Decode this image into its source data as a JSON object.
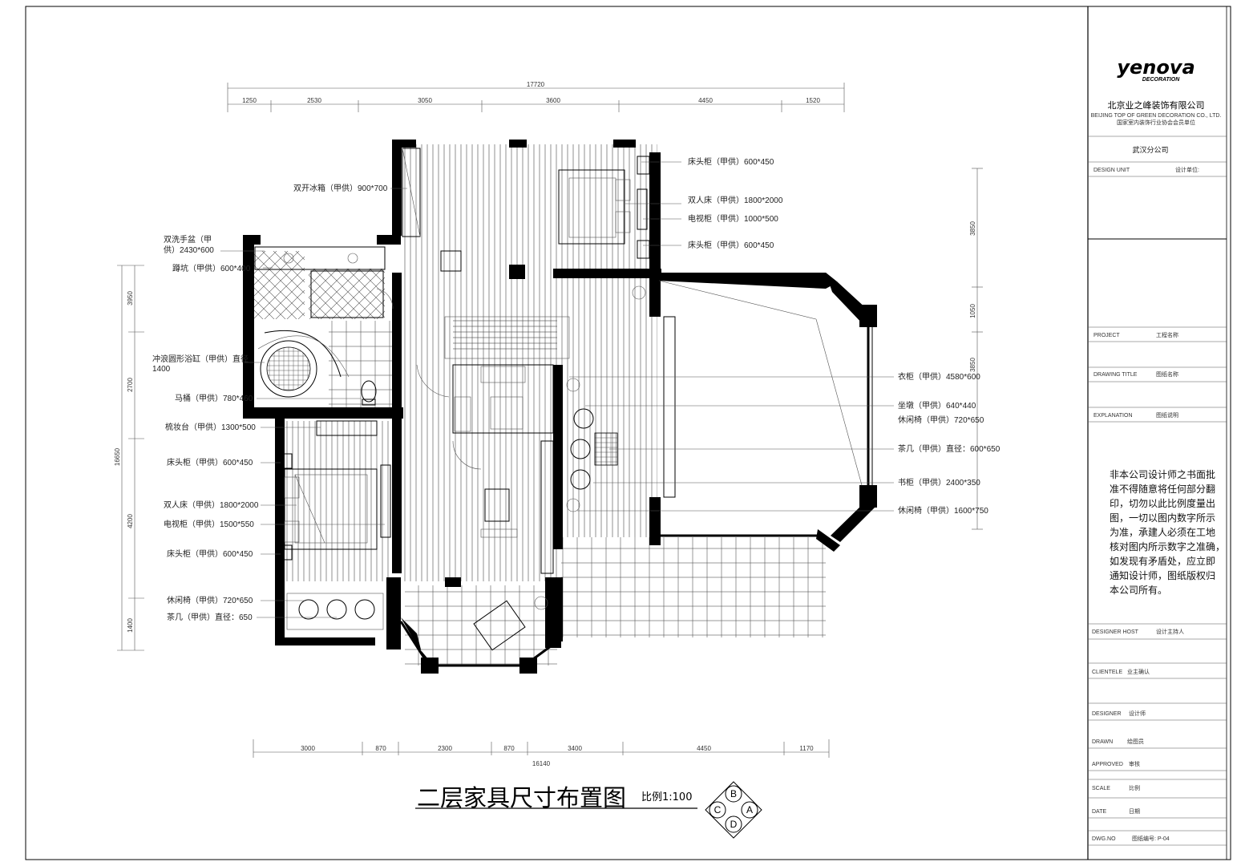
{
  "title_block": {
    "logo_main": "yenova",
    "logo_sub": "DECORATION",
    "company_cn": "北京业之峰装饰有限公司",
    "company_en": "BEIJING TOP OF GREEN DECORATION CO., LTD.",
    "company_tag": "国家室内装饰行业协会会员单位",
    "branch": "武汉分公司",
    "design_unit_label": "DESIGN UNIT",
    "design_unit_value": "设计单位:",
    "project_label": "PROJECT",
    "project_value": "工程名称",
    "drawing_title_label": "DRAWING TITLE",
    "drawing_title_value": "图纸名称",
    "explanation_label": "EXPLANATION",
    "explanation_value": "图纸说明",
    "note_lines": [
      "非本公司设计师之书面批",
      "准不得随意将任何部分翻",
      "印，切勿以此比例度量出",
      "图，一切以图内数字所示",
      "为准，承建人必须在工地",
      "核对图内所示数字之准确，",
      "如发现有矛盾处，应立即",
      "通知设计师，图纸版权归",
      "本公司所有。"
    ],
    "designer_host_label": "DESIGNER HOST",
    "designer_host_value": "设计主持人",
    "customer_label": "CLIENTELE",
    "customer_value": "业主确认",
    "designer_label": "DESIGNER",
    "designer_value": "设计师",
    "drawn_label": "DRAWN",
    "drawn_value": "绘图员",
    "approved_label": "APPROVED",
    "approved_value": "审核",
    "scale_label": "SCALE",
    "scale_value": "比例",
    "date_label": "DATE",
    "date_value": "日期",
    "dwg_label": "DWG.NO",
    "dwg_value": "图纸编号: P-04"
  },
  "drawing": {
    "title": "二层家具尺寸布置图",
    "scale": "比例1:100",
    "compass": [
      "B",
      "C",
      "A",
      "D"
    ]
  },
  "dims_top": {
    "total": "17720",
    "segments": [
      "1250",
      "2530",
      "3050",
      "3600",
      "4450",
      "1520"
    ]
  },
  "dims_bottom": {
    "total": "16140",
    "segments": [
      "3000",
      "870",
      "2300",
      "870",
      "3400",
      "4450",
      "1170"
    ]
  },
  "dims_left": {
    "total": "16650",
    "segments": [
      "3950",
      "2700",
      "4200",
      "1400"
    ]
  },
  "dims_right": {
    "segments": [
      "3850",
      "1050",
      "3850"
    ]
  },
  "labels_left": [
    "双开冰箱（甲供）900*700",
    "双洗手盆（甲",
    "供）2430*600",
    "蹲坑（甲供）600*400",
    "冲浪圆形浴缸（甲供）直径",
    "1400",
    "马桶（甲供）780*460",
    "梳妆台（甲供）1300*500",
    "床头柜（甲供）600*450",
    "双人床（甲供）1800*2000",
    "电视柜（甲供）1500*550",
    "床头柜（甲供）600*450",
    "休闲椅（甲供）720*650",
    "茶几（甲供）直径：650"
  ],
  "labels_right": [
    "床头柜（甲供）600*450",
    "双人床（甲供）1800*2000",
    "电视柜（甲供）1000*500",
    "床头柜（甲供）600*450",
    "衣柜（甲供）4580*600",
    "坐墩（甲供）640*440",
    "休闲椅（甲供）720*650",
    "茶几（甲供）直径：600*650",
    "书柜（甲供）2400*350",
    "休闲椅（甲供）1600*750"
  ]
}
